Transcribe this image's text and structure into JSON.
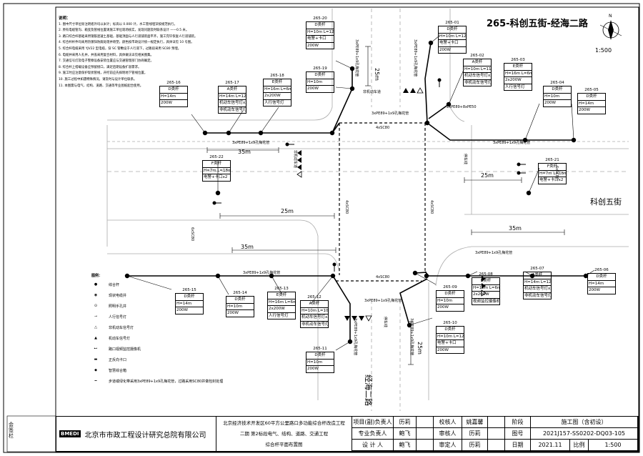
{
  "drawing": {
    "title": "265-科创五街-经海二路",
    "scale": "1:500",
    "compass": "N",
    "streets": {
      "ew": "科创五街",
      "ns": "经海二路"
    }
  },
  "notes": {
    "heading": "说明：",
    "lines": [
      "1. 图中尺寸单位除注明者外均以米计；标高以 0.000 计，水工管线埋深按规范执行。",
      "2. 原有电缆管沟、箱变及管线位置请施工单位现场核实，发现问题及时联系设计 ——0.5 米。",
      "3. 路口综合杆基础采用钢筋混凝土基础，基础顶面与人行道铺装面平齐，施工完毕恢复人行道铺装。",
      "4. 综合杆杆件均采用热镀锌防腐处理并喷塑，颜色按市政设计统一规定执行，具体详见 10 号图。",
      "5. 综合杆电缆采用 YJV22 型电缆，穿 SC 管敷设于人行道下，过路段采用 SC80 预埋。",
      "6. 电缆井采用人孔井，井盖采用复合材料，具体做法详见相关图集。",
      "7. 交通信号灯及电子警察设备安装位置应与交通管理部门协商确定。",
      "8. 综合杆上搭载设备应预留接口，满足后期设备扩容需求。",
      "9. 施工时应注意保护现状管线，开挖前应先探明地下管线位置。",
      "10. 施工过程中如遇特殊情况，请及时与设计单位联系。",
      "11. 本图需与电气、结构、道路、交通等专业图纸配合使用。"
    ]
  },
  "legend": {
    "heading": "图例：",
    "items": [
      {
        "sym": "●",
        "label": "综合杆"
      },
      {
        "sym": "◉",
        "label": "现状电缆井"
      },
      {
        "sym": "⊙",
        "label": "照明手孔井"
      },
      {
        "sym": "⊸",
        "label": "人行信号灯"
      },
      {
        "sym": "△",
        "label": "非机动车信号灯"
      },
      {
        "sym": "▲",
        "label": "机动车信号灯"
      },
      {
        "sym": "⊷",
        "label": "路口视频监控摄像机"
      },
      {
        "sym": "▬",
        "label": "正反向卡口"
      },
      {
        "sym": "◆",
        "label": "智慧综合箱"
      },
      {
        "sym": "━",
        "label": "步道或绿化带采用3xPE89+1x9孔梅花管，过路采用SC80并做包封处理"
      }
    ]
  },
  "dims": {
    "d25": "25m",
    "d35": "35m",
    "d4sc80": "4xSC80",
    "d6sc80": "6xSC80",
    "ducts": "3xPE89+1x9孔梅花管",
    "ducts2": "2xPE89+8xPE50",
    "walk": "非机动车道",
    "stop": "停车线"
  },
  "poles": [
    {
      "id": "265-20",
      "type": "D类杆",
      "h": "H=10m L=12m",
      "e1": "电警+卡口",
      "e2": "200W"
    },
    {
      "id": "265-19",
      "type": "D类杆",
      "h": "H=10m",
      "e1": "200W",
      "e2": ""
    },
    {
      "id": "265-01",
      "type": "D类杆",
      "h": "H=10m L=12m",
      "e1": "电警+卡口",
      "e2": "200W"
    },
    {
      "id": "265-02",
      "type": "A类杆",
      "h": "H=10m L=11m",
      "e1": "机动车信号灯x2",
      "e2": "非机动车信号灯x1"
    },
    {
      "id": "265-03",
      "type": "E类杆",
      "h": "H=16m L=6m",
      "e1": "2x200W",
      "e2": "人行信号灯"
    },
    {
      "id": "265-04",
      "type": "D类杆",
      "h": "H=10m",
      "e1": "200W",
      "e2": ""
    },
    {
      "id": "265-05",
      "type": "D类杆",
      "h": "H=14m",
      "e1": "200W",
      "e2": ""
    },
    {
      "id": "265-16",
      "type": "D类杆",
      "h": "H=14m",
      "e1": "200W",
      "e2": ""
    },
    {
      "id": "265-17",
      "type": "A类杆",
      "h": "H=14m L=12m",
      "e1": "机动车信号灯x2",
      "e2": "非机动车信号灯x1"
    },
    {
      "id": "265-18",
      "type": "E类杆",
      "h": "H=16m L=6m",
      "e1": "2x200W",
      "e2": "人行信号灯"
    },
    {
      "id": "265-22",
      "type": "F类杆",
      "h": "H=7m L=18m",
      "e1": "电警+卡口x2",
      "e2": ""
    },
    {
      "id": "265-21",
      "type": "F类杆",
      "h": "H=7m L=18m",
      "e1": "电警+卡口x2",
      "e2": ""
    },
    {
      "id": "265-15",
      "type": "D类杆",
      "h": "H=14m",
      "e1": "200W",
      "e2": ""
    },
    {
      "id": "265-14",
      "type": "D类杆",
      "h": "H=10m",
      "e1": "200W",
      "e2": ""
    },
    {
      "id": "265-13",
      "type": "E类杆",
      "h": "H=16m L=6m",
      "e1": "2x200W",
      "e2": "人行信号灯"
    },
    {
      "id": "265-12",
      "type": "A类杆",
      "h": "H=10m L=10m",
      "e1": "机动车信号灯x2",
      "e2": "非机动车信号灯x1"
    },
    {
      "id": "265-11",
      "type": "D类杆",
      "h": "H=10m",
      "e1": "200W",
      "e2": ""
    },
    {
      "id": "265-08",
      "type": "E类杆",
      "h": "H=16m L=6m",
      "e1": "2x200W",
      "e2": "视频监控摄像机"
    },
    {
      "id": "265-09",
      "type": "D类杆",
      "h": "H=10m",
      "e1": "200W",
      "e2": ""
    },
    {
      "id": "265-10",
      "type": "D类杆",
      "h": "H=10m L=12m",
      "e1": "电警+卡口",
      "e2": "200W"
    },
    {
      "id": "265-07",
      "type": "A类杆",
      "h": "H=14m L=12m",
      "e1": "机动车信号灯x2",
      "e2": "非机动车信号灯x1"
    },
    {
      "id": "265-06",
      "type": "D类杆",
      "h": "H=14m",
      "e1": "200W",
      "e2": ""
    }
  ],
  "titleblock": {
    "company": "北京市市政工程设计研究总院有限公司",
    "logo": "BMEDI",
    "stamp": "会签栏",
    "project1": "北京经济技术开发区60平方公里路口多功能综合杆改造工程",
    "project2": "二期 第2标段电气、结构、道路、交通工程",
    "drawing_name": "综合杆平面布置图",
    "r1": [
      "项目(副)负责人",
      "历莉",
      "",
      "校核人",
      "姚嘉馨",
      "",
      "阶段",
      "施工图（含初设）"
    ],
    "r2": [
      "专业负责人",
      "鲍飞",
      "",
      "审核人",
      "历莉",
      "",
      "图号",
      "2021J157-SS0202-DQ03-105"
    ],
    "r3": [
      "设 计 人",
      "鲍飞",
      "",
      "审定人",
      "历莉",
      "",
      "日期",
      "2021.11",
      "比例",
      "1:500"
    ]
  }
}
